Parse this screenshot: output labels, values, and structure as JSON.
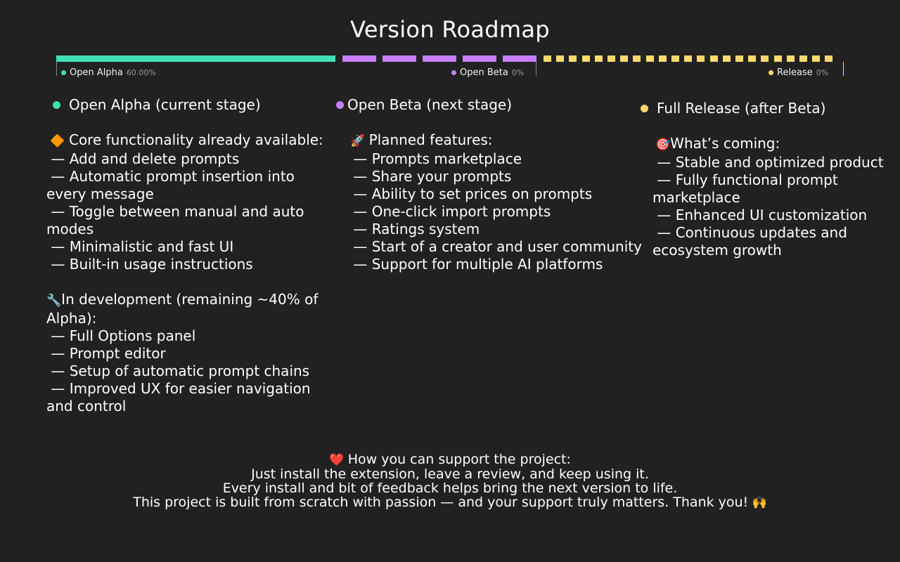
{
  "title": "Version Roadmap",
  "colors": {
    "background": "#212121",
    "alpha": "#3fe0b4",
    "beta": "#c77dff",
    "release": "#ffd970",
    "text": "#ffffff"
  },
  "progress": {
    "alpha": {
      "label": "Open Alpha",
      "percent": "60.00%",
      "fraction": 0.6
    },
    "beta": {
      "label": "Open Beta",
      "percent": "0%",
      "fraction": 0
    },
    "release": {
      "label": "Release",
      "percent": "0%",
      "fraction": 0
    }
  },
  "columns": {
    "alpha": {
      "title": "Open Alpha (current stage)",
      "section1_title": "Core functionality already available:",
      "section1_icon": "orange-diamond-icon",
      "section1_items": [
        " — Add and delete prompts",
        " — Automatic prompt insertion into every message",
        " — Toggle between manual and auto modes",
        " — Minimalistic and fast UI",
        " — Built-in usage instructions"
      ],
      "section2_title": "In development (remaining ~40% of Alpha):",
      "section2_icon": "wrench-icon",
      "section2_items": [
        " — Full Options panel",
        " — Prompt editor",
        " — Setup of automatic prompt chains",
        " — Improved UX for easier navigation and control"
      ]
    },
    "beta": {
      "title": "Open Beta (next stage)",
      "section_title": "Planned features:",
      "section_icon": "rocket-icon",
      "items": [
        " — Prompts marketplace",
        " — Share your prompts",
        " — Ability to set prices on prompts",
        " — One-click import prompts",
        " — Ratings system",
        " — Start of a creator and user community",
        " — Support for multiple AI platforms"
      ]
    },
    "release": {
      "title": "Full Release (after Beta)",
      "section_title": "What’s coming:",
      "section_icon": "target-icon",
      "items": [
        " — Stable and optimized product",
        " — Fully functional prompt marketplace",
        " — Enhanced UI customization",
        " — Continuous updates and ecosystem growth"
      ]
    }
  },
  "footer": {
    "heading": "How you can support the project:",
    "heading_icon": "heart-icon",
    "lines": [
      "Just install the extension, leave a review, and keep using it.",
      "Every install and bit of feedback helps bring the next version to life.",
      "This project is built from scratch with passion — and your support truly matters. Thank you!"
    ],
    "closing_icon": "raised-hands-icon"
  }
}
